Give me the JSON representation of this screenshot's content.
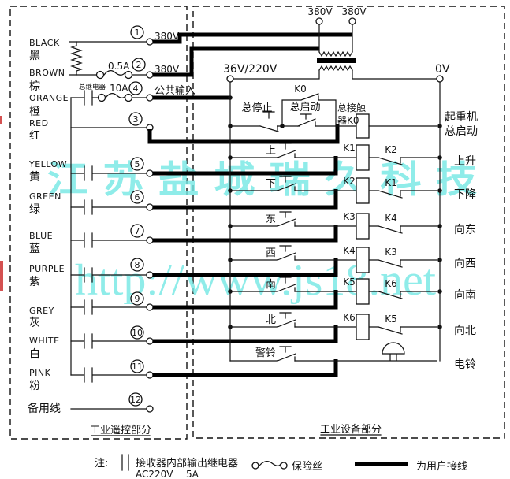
{
  "watermark": {
    "line1": "江 苏 盐 城 瑞 久 科 技",
    "line2": "http://www.js18.net",
    "color": "#74e8e4"
  },
  "remote": {
    "title": "工业遥控部分",
    "rows": [
      {
        "num": "1",
        "en": "BLACK",
        "zh": "黑",
        "out": "380V"
      },
      {
        "num": "2",
        "en": "BROWN",
        "zh": "棕",
        "fuse": "0.5A",
        "out": "380V"
      },
      {
        "num": "4",
        "en": "ORANGE",
        "zh": "橙",
        "relay": "总继电器",
        "fuse": "10A",
        "out": "公共输入"
      },
      {
        "num": "3",
        "en": "RED",
        "zh": "红"
      },
      {
        "num": "5",
        "en": "YELLOW",
        "zh": "黄"
      },
      {
        "num": "6",
        "en": "GREEN",
        "zh": "绿"
      },
      {
        "num": "7",
        "en": "BLUE",
        "zh": "蓝"
      },
      {
        "num": "8",
        "en": "PURPLE",
        "zh": "紫"
      },
      {
        "num": "9",
        "en": "GREY",
        "zh": "灰"
      },
      {
        "num": "10",
        "en": "WHITE",
        "zh": "白"
      },
      {
        "num": "11",
        "en": "PINK",
        "zh": "粉"
      },
      {
        "num": "12",
        "zh": "备用线"
      }
    ]
  },
  "device": {
    "title": "工业设备部分",
    "top": {
      "left380": "380V",
      "right380": "380V",
      "sec": "36V/220V",
      "zero": "0V"
    },
    "k0": {
      "stop": "总停止",
      "start": "总启动",
      "hold": "K0",
      "coil_a": "总接触",
      "coil_b": "器K0",
      "out_a": "起重机",
      "out_b": "总启动"
    },
    "rows": [
      {
        "btn": "上",
        "coil": "K1",
        "lock": "K2",
        "out": "上升"
      },
      {
        "btn": "下",
        "coil": "K2",
        "lock": "K1",
        "out": "下降"
      },
      {
        "btn": "东",
        "coil": "K3",
        "lock": "K4",
        "out": "向东"
      },
      {
        "btn": "西",
        "coil": "K4",
        "lock": "K3",
        "out": "向西"
      },
      {
        "btn": "南",
        "coil": "K5",
        "lock": "K6",
        "out": "向南"
      },
      {
        "btn": "北",
        "coil": "K6",
        "lock": "K5",
        "out": "向北"
      },
      {
        "btn": "警铃",
        "out": "电铃"
      }
    ]
  },
  "legend": {
    "note": "注:",
    "relay": "接收器内部输出继电器",
    "volt": "AC220V",
    "amp": "5A",
    "fuse": "保险丝",
    "user": "为用户接线"
  }
}
